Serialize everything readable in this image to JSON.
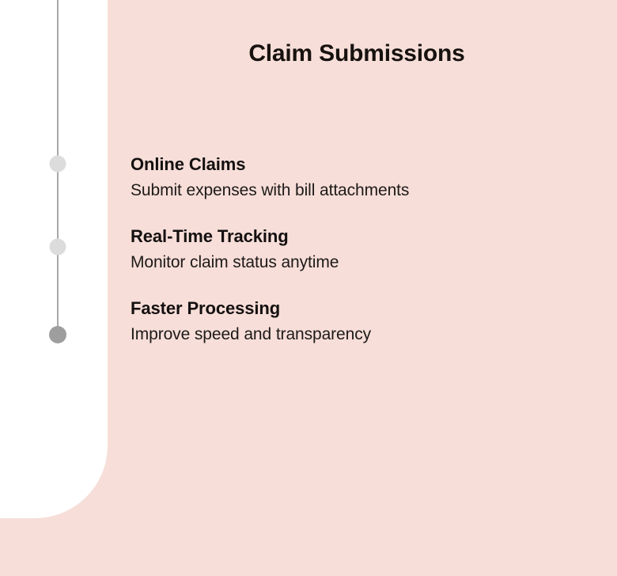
{
  "slide": {
    "title": "Claim Submissions",
    "background_color": "#F7DED8",
    "panel_color": "#FFFFFF"
  },
  "timeline": {
    "line_color": "#A8A8A8",
    "dots": [
      {
        "name": "timeline-dot-1",
        "color": "#DCDCDC",
        "state": "inactive"
      },
      {
        "name": "timeline-dot-2",
        "color": "#DCDCDC",
        "state": "inactive"
      },
      {
        "name": "timeline-dot-3",
        "color": "#9E9E9E",
        "state": "active"
      }
    ]
  },
  "items": [
    {
      "title": "Online Claims",
      "desc": "Submit expenses with bill attachments"
    },
    {
      "title": "Real-Time Tracking",
      "desc": "Monitor claim status anytime"
    },
    {
      "title": "Faster Processing",
      "desc": "Improve speed and transparency"
    }
  ]
}
